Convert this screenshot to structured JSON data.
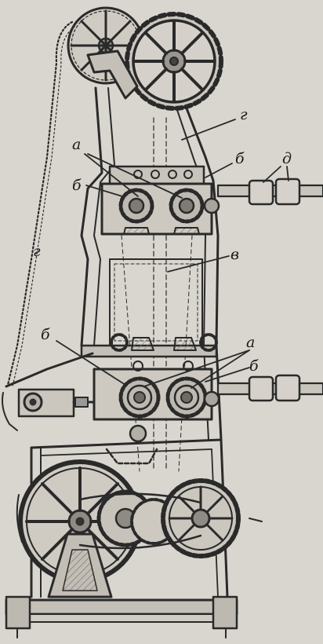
{
  "labels": {
    "a": "а",
    "b": "б",
    "v": "в",
    "g": "г",
    "d": "д"
  },
  "colors": {
    "paper": "#d9d6cf",
    "ink": "#2a2a2a",
    "shade": "#8e8a83"
  }
}
